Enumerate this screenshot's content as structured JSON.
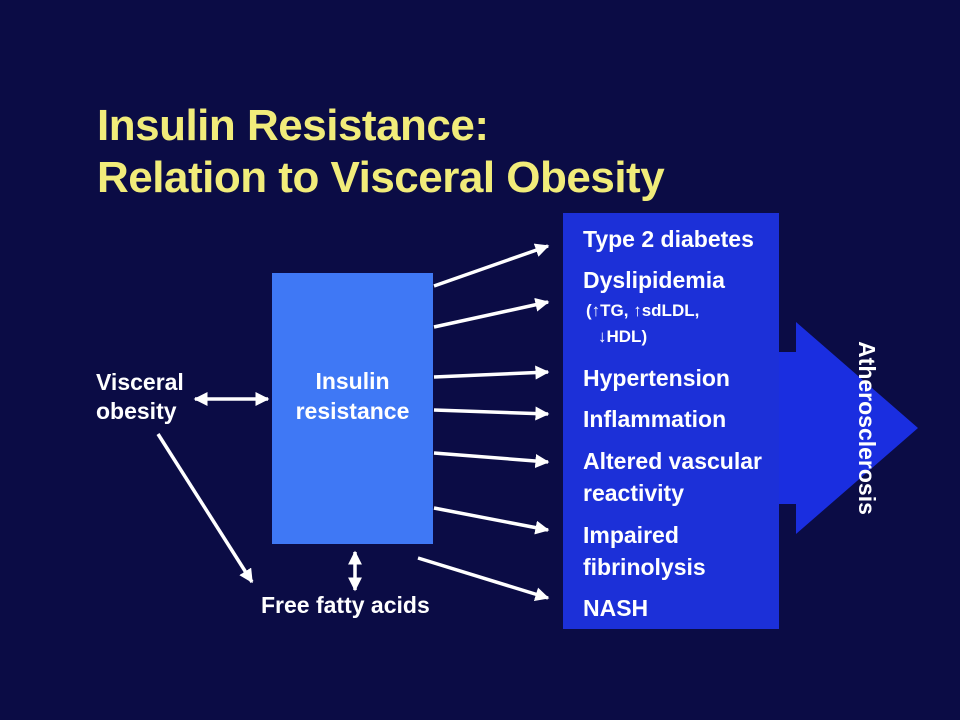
{
  "title": {
    "line1": "Insulin Resistance:",
    "line2": "Relation to Visceral Obesity"
  },
  "nodes": {
    "visceral_obesity": {
      "line1": "Visceral",
      "line2": "obesity"
    },
    "insulin_resistance": {
      "line1": "Insulin",
      "line2": "resistance"
    },
    "free_fatty_acids": "Free fatty acids",
    "atherosclerosis": "Atherosclerosis"
  },
  "outcomes": {
    "type2_diabetes": "Type 2 diabetes",
    "dyslipidemia": "Dyslipidemia",
    "dyslipidemia_detail_1": "(↑TG, ↑sdLDL,",
    "dyslipidemia_detail_2": "↓HDL)",
    "hypertension": "Hypertension",
    "inflammation": "Inflammation",
    "altered_vascular_1": "Altered vascular",
    "altered_vascular_2": "reactivity",
    "impaired_fibrinolysis_1": "Impaired",
    "impaired_fibrinolysis_2": "fibrinolysis",
    "nash": "NASH"
  },
  "colors": {
    "background": "#0b0c45",
    "title": "#f1ec7a",
    "insulin_box": "#3f78f5",
    "outcome_panel": "#1c30d8",
    "big_arrow": "#1a2ee0",
    "text": "#ffffff"
  }
}
